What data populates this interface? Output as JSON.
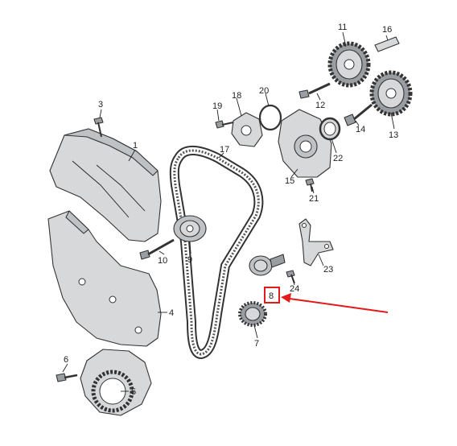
{
  "callouts": {
    "p1": "1",
    "p3": "3",
    "p4": "4",
    "p5": "5",
    "p6": "6",
    "p7": "7",
    "p8": "8",
    "p9": "9",
    "p10": "10",
    "p11": "11",
    "p12": "12",
    "p13": "13",
    "p14": "14",
    "p15": "15",
    "p16": "16",
    "p17": "17",
    "p18": "18",
    "p19": "19",
    "p20": "20",
    "p21": "21",
    "p22": "22",
    "p23": "23",
    "p24": "24"
  },
  "highlight": {
    "part": "8",
    "color": "#e11b1b"
  }
}
